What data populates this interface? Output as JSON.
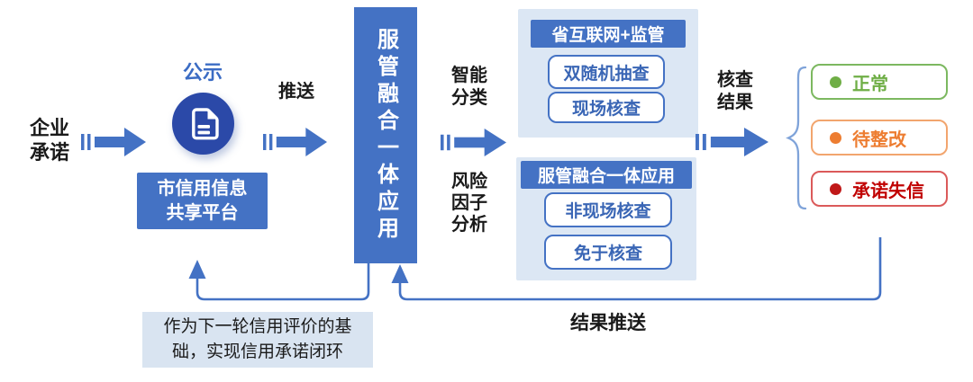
{
  "flow": {
    "enterprise_label": "企业\n承诺",
    "publicity_label": "公示",
    "platform_label": "市信用信息\n共享平台",
    "push_label": "推送",
    "banner_label": "服管融合一体应用",
    "smart_label": "智能\n分类",
    "risk_label": "风险\n因子\n分析",
    "panel_top": {
      "header": "省互联网+监管",
      "items": [
        "双随机抽查",
        "现场核查"
      ]
    },
    "panel_bottom": {
      "header": "服管融合一体应用",
      "items": [
        "非现场核查",
        "免于核查"
      ]
    },
    "check_result_label": "核查\n结果",
    "results": [
      {
        "label": "正常",
        "color": "#6FAE46"
      },
      {
        "label": "待整改",
        "color": "#ED7D31"
      },
      {
        "label": "承诺失信",
        "color": "#C00000"
      }
    ],
    "result_push_label": "结果推送",
    "note": "作为下一轮信用评价的基\n础，实现信用承诺闭环"
  },
  "icons": {
    "document_icon": "document-icon"
  },
  "colors": {
    "primary_blue": "#4472C4",
    "dark_blue_circle": "#2B49A8",
    "publicity_text": "#3B6CC4",
    "panel_bg": "#DCE7F4",
    "pill_text": "#3A66B5",
    "note_bg": "#D9E4F1",
    "brace": "#7FA3D9",
    "green": "#6FAE46",
    "orange": "#ED7D31",
    "red": "#C00000"
  }
}
